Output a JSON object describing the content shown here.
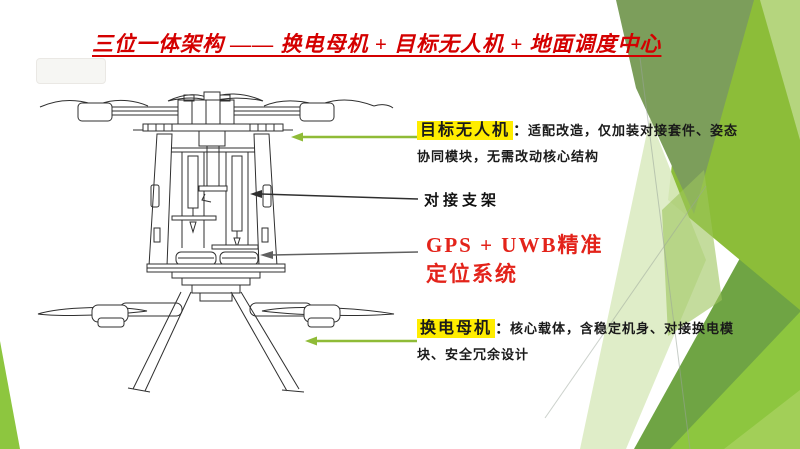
{
  "slide": {
    "title": "三位一体架构 —— 换电母机 + 目标无人机 + 地面调度中心",
    "title_color": "#d40000",
    "background_color": "#ffffff"
  },
  "callouts": {
    "target_drone": {
      "heading": "目标无人机",
      "separator": "：",
      "description": "适配改造，仅加装对接套件、姿态协同模块，无需改动核心结构",
      "highlight_color": "#ffed00"
    },
    "docking_bracket": {
      "label": "对接支架"
    },
    "gps_uwb": {
      "line1": "GPS + UWB精准",
      "line2": "定位系统",
      "color": "#e3231a"
    },
    "mother_drone": {
      "heading": "换电母机",
      "separator": "：",
      "description": "核心载体，含稳定机身、对接换电模块、安全冗余设计",
      "highlight_color": "#ffed00"
    }
  },
  "diagram": {
    "illustration": "drone-docking-line-art",
    "arrows": [
      {
        "name": "arrow-to-target-drone",
        "color": "#8fbb37"
      },
      {
        "name": "arrow-to-docking-bracket",
        "color": "#2f2f2f"
      },
      {
        "name": "arrow-to-gps-module",
        "color": "#606060"
      },
      {
        "name": "arrow-to-mother-drone",
        "color": "#8fbb37"
      }
    ]
  },
  "decor": {
    "theme_greens": [
      "#7c9e5b",
      "#8cbd39",
      "#6fa444",
      "#8dc63f",
      "#dcebc2",
      "#a9d161"
    ],
    "bottom_left_wedge": "#8dc63f"
  }
}
